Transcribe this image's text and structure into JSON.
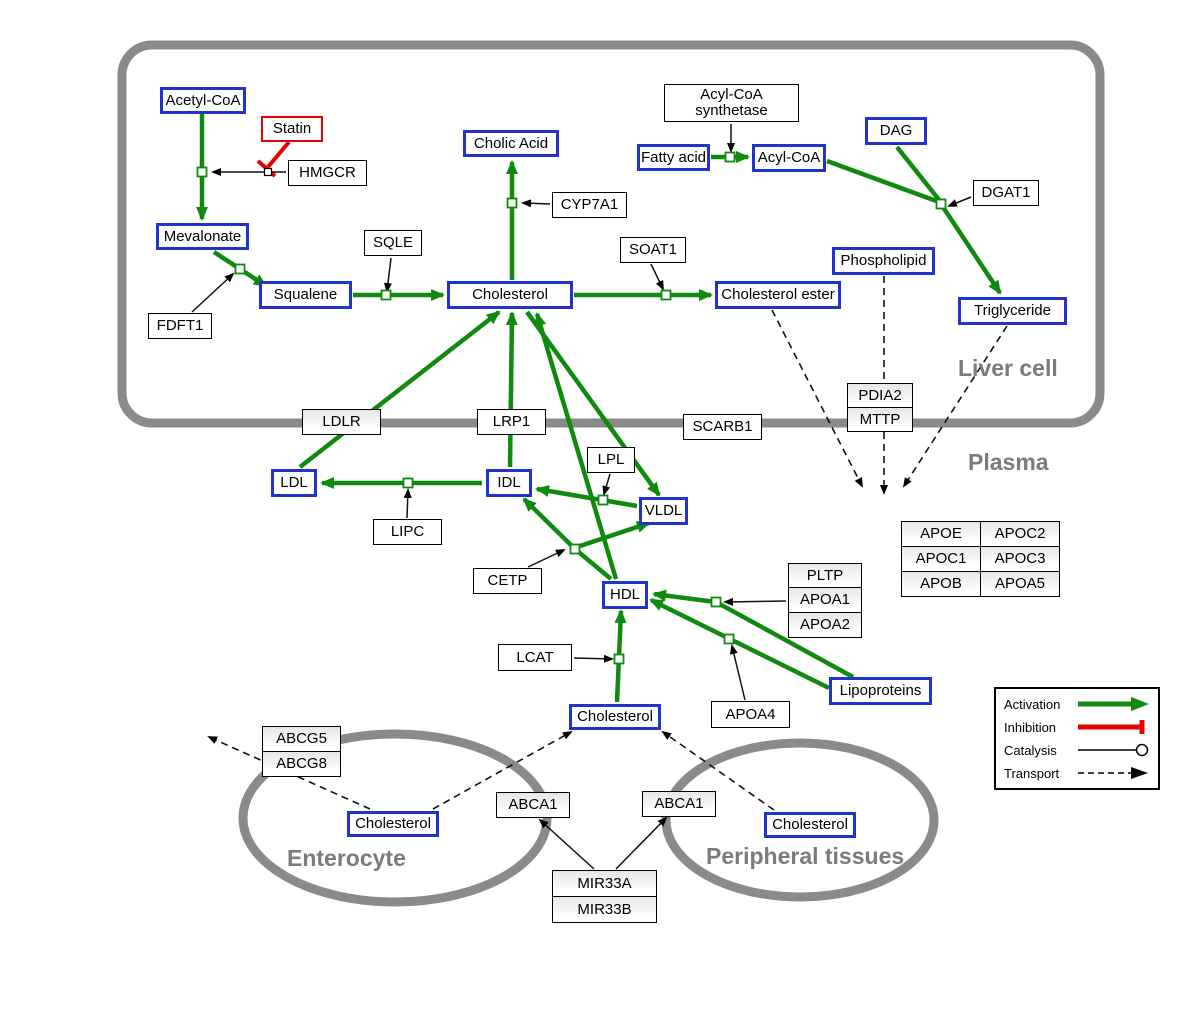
{
  "compartments": {
    "liver": "Liver cell",
    "plasma": "Plasma",
    "enterocyte": "Enterocyte",
    "peripheral": "Peripheral tissues"
  },
  "metabolites": {
    "acetyl_coa": "Acetyl-CoA",
    "mevalonate": "Mevalonate",
    "squalene": "Squalene",
    "cholic_acid": "Cholic Acid",
    "cholesterol_liver": "Cholesterol",
    "fatty_acid": "Fatty acid",
    "acyl_coa": "Acyl-CoA",
    "dag": "DAG",
    "phospholipid": "Phospholipid",
    "cholesterol_ester": "Cholesterol ester",
    "triglyceride": "Triglyceride",
    "ldl": "LDL",
    "idl": "IDL",
    "vldl": "VLDL",
    "hdl": "HDL",
    "cholesterol_plasma": "Cholesterol",
    "cholesterol_enterocyte": "Cholesterol",
    "cholesterol_peripheral": "Cholesterol",
    "lipoproteins": "Lipoproteins"
  },
  "enzymes": {
    "statin": "Statin",
    "hmgcr": "HMGCR",
    "sqle": "SQLE",
    "cyp7a1": "CYP7A1",
    "fdft1": "FDFT1",
    "soat1": "SOAT1",
    "acyl_coa_synthetase": "Acyl-CoA synthetase",
    "dgat1": "DGAT1",
    "pdia2": "PDIA2",
    "mttp": "MTTP",
    "ldlr": "LDLR",
    "lrp1": "LRP1",
    "scarb1": "SCARB1",
    "lpl": "LPL",
    "lipc": "LIPC",
    "cetp": "CETP",
    "pltp": "PLTP",
    "apoa1": "APOA1",
    "apoa2": "APOA2",
    "lcat": "LCAT",
    "apoa4": "APOA4",
    "apoe": "APOE",
    "apoc2": "APOC2",
    "apoc1": "APOC1",
    "apoc3": "APOC3",
    "apob": "APOB",
    "apoa5": "APOA5",
    "abcg5": "ABCG5",
    "abcg8": "ABCG8",
    "abca1_enterocyte": "ABCA1",
    "abca1_peripheral": "ABCA1",
    "mir33a": "MIR33A",
    "mir33b": "MIR33B"
  },
  "legend": {
    "activation": "Activation",
    "inhibition": "Inhibition",
    "catalysis": "Catalysis",
    "transport": "Transport"
  },
  "colors": {
    "activation_green": "#0f8a0f",
    "inhibition_red": "#e60000",
    "metabolite_border": "#2233cc",
    "compartment_gray": "#8a8a8a"
  }
}
